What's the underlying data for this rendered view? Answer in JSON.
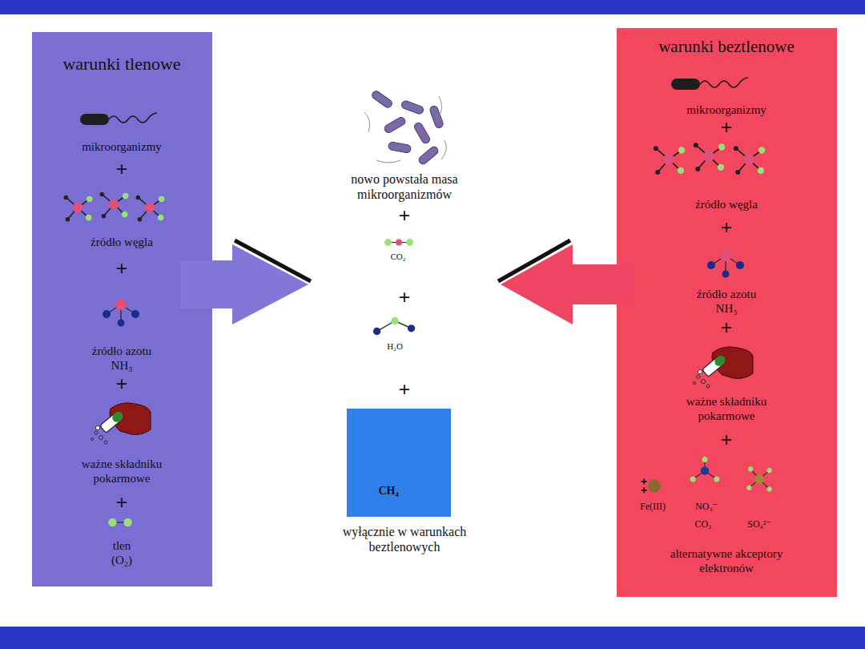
{
  "diagram": {
    "nodes": [
      {
        "text": [
          "warunki tlenowe",
          "mikroorganizmy",
          "+",
          "źródło węgla",
          "+",
          "źródło azotu NH₃",
          "+",
          "ważne składniku pokarmowe",
          "+",
          "tlen (O₂)"
        ]
      },
      {
        "text": [
          "CH₄"
        ]
      },
      {
        "text": [
          "warunki beztlenowe",
          "mikroorganizmy",
          "+",
          "źródło węgla",
          "+",
          "źródło azotu NH₃",
          "+",
          "ważne składniku pokarmowe",
          "+",
          "Fe(III)",
          "NO₃⁻",
          "CO₂",
          "SO₄²⁻",
          "alternatywne akceptory elektronów"
        ]
      }
    ],
    "labels": [
      "nowo powstała masa mikroorganizmów",
      "+",
      "CO₂",
      "+",
      "H₂O",
      "+",
      "wyłącznie w warunkach beztlenowych"
    ]
  }
}
